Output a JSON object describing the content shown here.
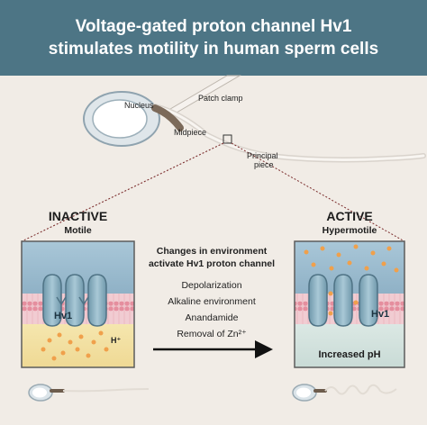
{
  "title": {
    "line1": "Voltage-gated proton channel Hv1",
    "line2": "stimulates motility in human sperm cells"
  },
  "sperm_labels": {
    "nucleus": "Nucleus",
    "patch_clamp": "Patch clamp",
    "midpiece": "Midpiece",
    "principal_line1": "Principal",
    "principal_line2": "piece"
  },
  "inactive": {
    "title": "INACTIVE",
    "subtitle": "Motile",
    "channel": "Hv1",
    "ion": "H⁺"
  },
  "active": {
    "title": "ACTIVE",
    "subtitle": "Hypermotile",
    "channel": "Hv1",
    "result": "Increased pH"
  },
  "changes": {
    "heading_line1": "Changes in environment",
    "heading_line2": "activate Hv1 proton channel",
    "items": [
      "Depolarization",
      "Alkaline environment",
      "Anandamide",
      "Removal of Zn²⁺"
    ]
  },
  "colors": {
    "header_bg": "#4d7585",
    "background": "#f1ece6",
    "channel": "#8fb3c3",
    "proton": "#f0a04b",
    "membrane": "#e9a9b4",
    "top_fluid": "#9dbdd1",
    "bottom_fluid_inactive": "#f3e3a8",
    "bottom_fluid_active": "#d7e6e2"
  }
}
